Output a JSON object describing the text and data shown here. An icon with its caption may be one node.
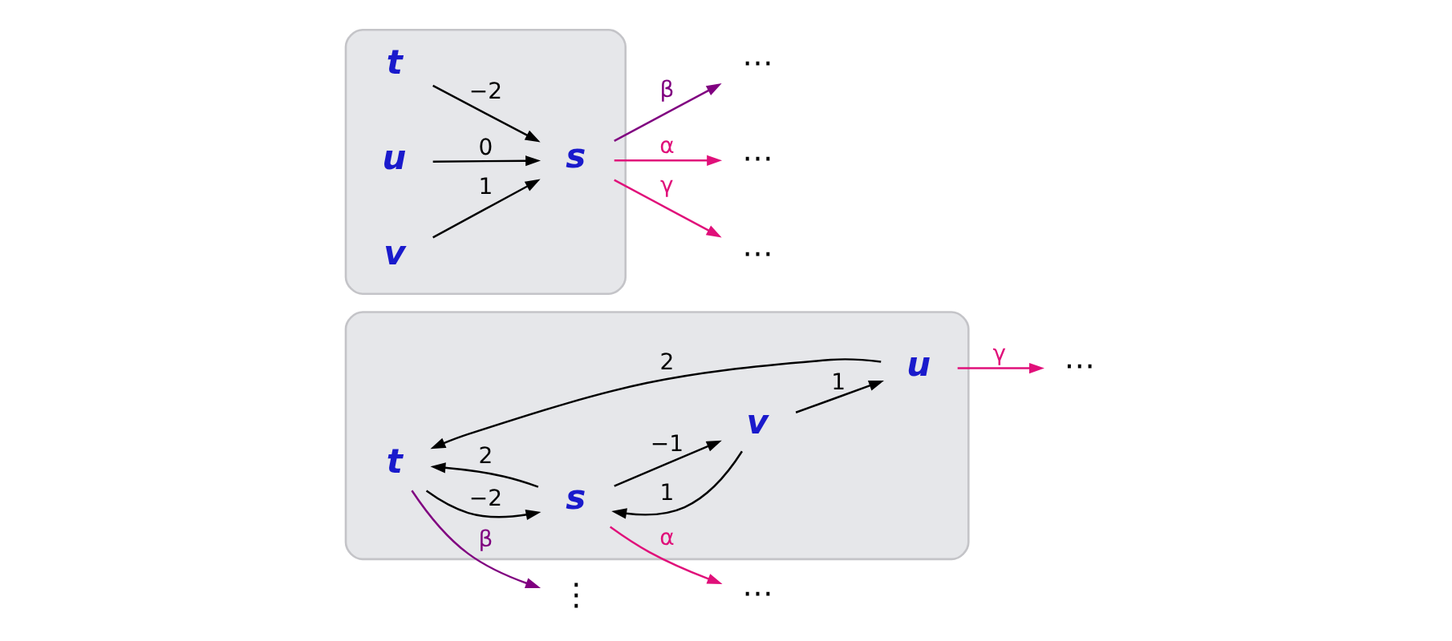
{
  "diagram": {
    "nodes": [
      {
        "text": [],
        "shape": "box"
      },
      {
        "text": [
          "t"
        ],
        "in": 0
      },
      {
        "text": [
          "u"
        ],
        "in": 0
      },
      {
        "text": [
          "v"
        ],
        "in": 0
      },
      {
        "text": [
          "s"
        ],
        "in": 0
      },
      {
        "text": [
          "⋮"
        ]
      },
      {
        "text": [
          "⋯"
        ]
      },
      {
        "text": [
          "⋯"
        ]
      },
      {
        "text": [],
        "shape": "box"
      },
      {
        "text": [
          "t"
        ],
        "in": 8
      },
      {
        "text": [
          "u"
        ],
        "in": 8
      },
      {
        "text": [
          "v"
        ],
        "in": 8
      },
      {
        "text": [
          "s"
        ],
        "in": 8
      },
      {
        "text": [
          "⋯"
        ]
      },
      {
        "text": [
          "⋯"
        ]
      },
      {
        "text": [
          "⋯"
        ]
      }
    ],
    "edges": [
      {
        "from": 1,
        "to": 5,
        "arrow": "to",
        "label": "β",
        "color": "#800080"
      },
      {
        "from": 4,
        "to": 1,
        "arrow": "to",
        "label": "2"
      },
      {
        "from": 2,
        "to": 1,
        "arrow": "to",
        "label": "2"
      },
      {
        "from": 1,
        "to": 4,
        "arrow": "to",
        "label": "−2"
      },
      {
        "from": 2,
        "to": 6,
        "arrow": "to",
        "label": "γ",
        "color": "#e0107a"
      },
      {
        "from": 4,
        "to": 7,
        "arrow": "to",
        "label": "α",
        "color": "#e0107a"
      },
      {
        "from": 3,
        "to": 2,
        "arrow": "to",
        "label": "1"
      },
      {
        "from": 3,
        "to": 4,
        "arrow": "to",
        "label": "1"
      },
      {
        "from": 4,
        "to": 3,
        "arrow": "to",
        "label": "−1"
      },
      {
        "from": 9,
        "to": 12,
        "arrow": "to",
        "label": "−2"
      },
      {
        "from": 12,
        "to": 13,
        "arrow": "to",
        "label": "β",
        "color": "#800080"
      },
      {
        "from": 10,
        "to": 12,
        "arrow": "to",
        "label": "0"
      },
      {
        "from": 12,
        "to": 14,
        "arrow": "to",
        "label": "α",
        "color": "#e0107a"
      },
      {
        "from": 11,
        "to": 12,
        "arrow": "to",
        "label": "1"
      },
      {
        "from": 12,
        "to": 15,
        "arrow": "to",
        "label": "γ",
        "color": "#e0107a"
      }
    ]
  }
}
